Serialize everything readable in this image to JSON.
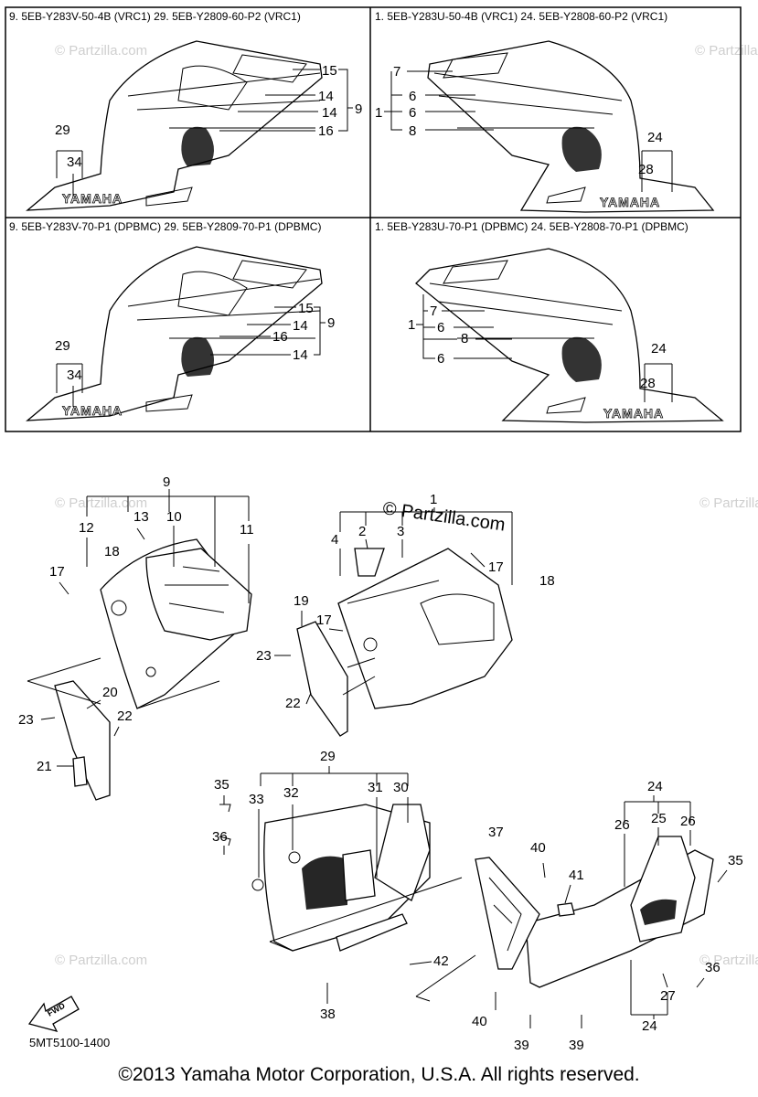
{
  "panels": [
    {
      "header": "9. 5EB-Y283V-50-4B (VRC1)  29. 5EB-Y2809-60-P2 (VRC1)"
    },
    {
      "header": "1. 5EB-Y283U-50-4B (VRC1)  24. 5EB-Y2808-60-P2 (VRC1)"
    },
    {
      "header": "9. 5EB-Y283V-70-P1 (DPBMC)  29. 5EB-Y2809-70-P1 (DPBMC)"
    },
    {
      "header": "1. 5EB-Y283U-70-P1 (DPBMC)  24. 5EB-Y2808-70-P1 (DPBMC)"
    }
  ],
  "brand_text": "YAMAHA",
  "watermark": "© Partzilla.com",
  "watermark_main": "© Partzilla.com",
  "diagram_code": "5MT5100-1400",
  "fwd_label": "FWD",
  "copyright": "©2013 Yamaha Motor Corporation, U.S.A. All rights reserved.",
  "callouts": {
    "p1": [
      "15",
      "14",
      "14",
      "16",
      "9",
      "29",
      "34"
    ],
    "p2": [
      "7",
      "6",
      "6",
      "8",
      "1",
      "24",
      "28"
    ],
    "p3": [
      "15",
      "14",
      "16",
      "14",
      "9",
      "29",
      "34"
    ],
    "p4": [
      "7",
      "6",
      "8",
      "6",
      "1",
      "24",
      "28"
    ],
    "main": [
      "9",
      "12",
      "13",
      "10",
      "11",
      "18",
      "17",
      "20",
      "23",
      "22",
      "21",
      "1",
      "4",
      "2",
      "3",
      "17",
      "18",
      "19",
      "17",
      "23",
      "22",
      "29",
      "35",
      "33",
      "32",
      "31",
      "30",
      "36",
      "38",
      "42",
      "24",
      "37",
      "40",
      "41",
      "26",
      "25",
      "26",
      "35",
      "36",
      "27",
      "40",
      "39",
      "39",
      "24"
    ]
  }
}
